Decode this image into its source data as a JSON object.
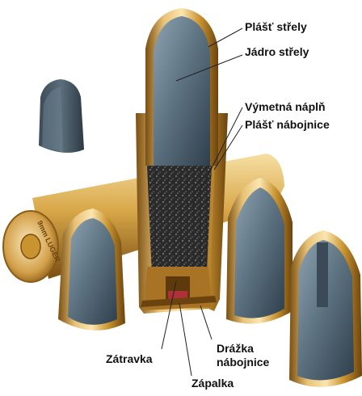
{
  "labels": {
    "bullet_jacket": "Plášť střely",
    "bullet_core": "Jádro střely",
    "propellant": "Výmetná náplň",
    "cartridge_case": "Plášť nábojnice",
    "case_groove_line1": "Drážka",
    "case_groove_line2": "nábojnice",
    "plug": "Zátravka",
    "primer": "Zápalka"
  },
  "case_head_stamp": "9mm LUGER",
  "colors": {
    "brass_light": "#f3d48f",
    "brass_mid": "#c9932f",
    "brass_dark": "#7a4f12",
    "lead_light": "#7e95a6",
    "lead_dark": "#2f3f4c",
    "powder": "#2c2c2c",
    "leader_line": "#222222"
  }
}
